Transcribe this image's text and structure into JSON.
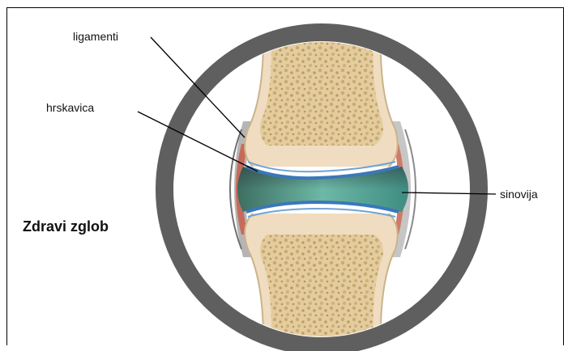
{
  "title": "Zdravi zglob",
  "labels": {
    "ligaments": "ligamenti",
    "cartilage": "hrskavica",
    "synovium": "sinovija"
  },
  "colors": {
    "ring": "#5f5f5f",
    "bone_shaft": "#e8d6ad",
    "bone_spongy": "#d8bf8f",
    "bone_cap": "#f5dfc6",
    "cartilage": "#3a78b8",
    "synovial_fluid": "#4f9d8c",
    "ligament": "#c86a5a"
  }
}
